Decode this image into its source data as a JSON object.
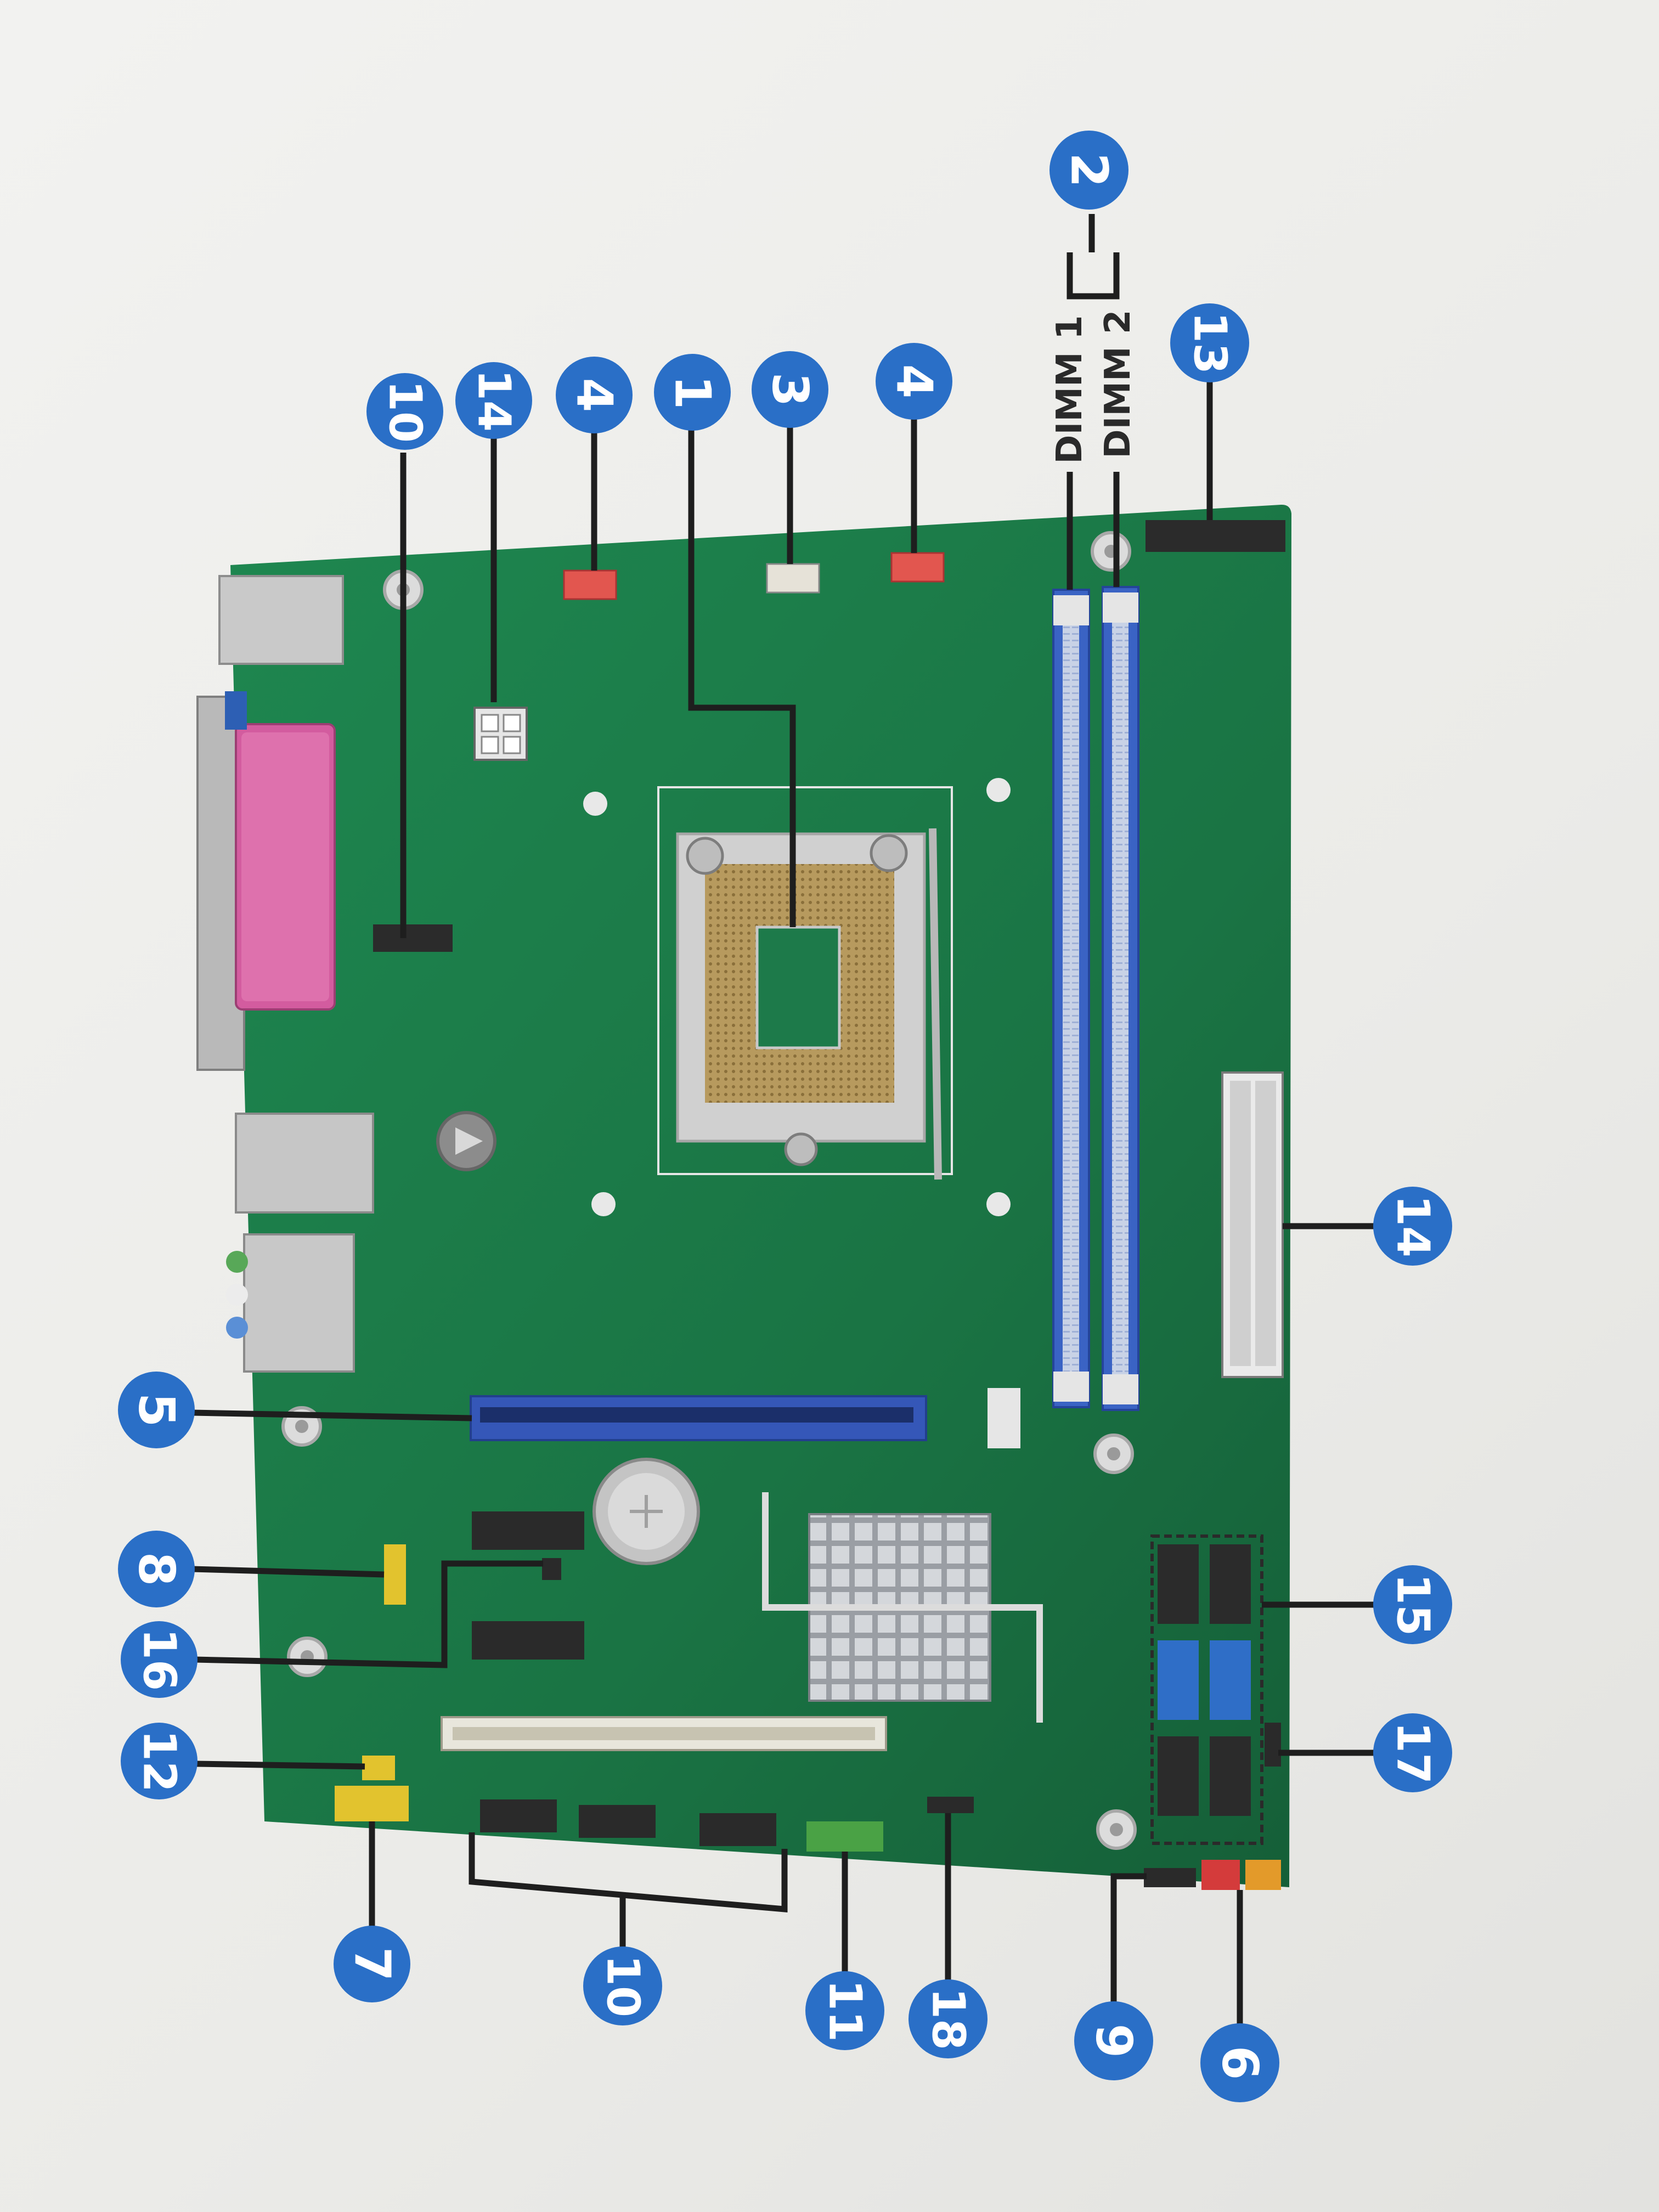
{
  "diagram": {
    "callouts": {
      "c1": "1",
      "c2": "2",
      "c3": "3",
      "c4a": "4",
      "c4b": "4",
      "c5": "5",
      "c6": "6",
      "c7": "7",
      "c8": "8",
      "c9": "9",
      "c10a": "10",
      "c10b": "10",
      "c11": "11",
      "c12": "12",
      "c13": "13",
      "c14a": "14",
      "c14b": "14",
      "c15": "15",
      "c16": "16",
      "c17": "17",
      "c18": "18"
    },
    "dimm_labels": {
      "dimm1": "DIMM 1",
      "dimm2": "DIMM 2"
    }
  },
  "colors": {
    "board": "#1d7a4a",
    "callout": "#2a6fc7",
    "ram_slot": "#3a63c4",
    "pcie_slot": "#3557b8",
    "leader_line": "#1e1e1e"
  }
}
